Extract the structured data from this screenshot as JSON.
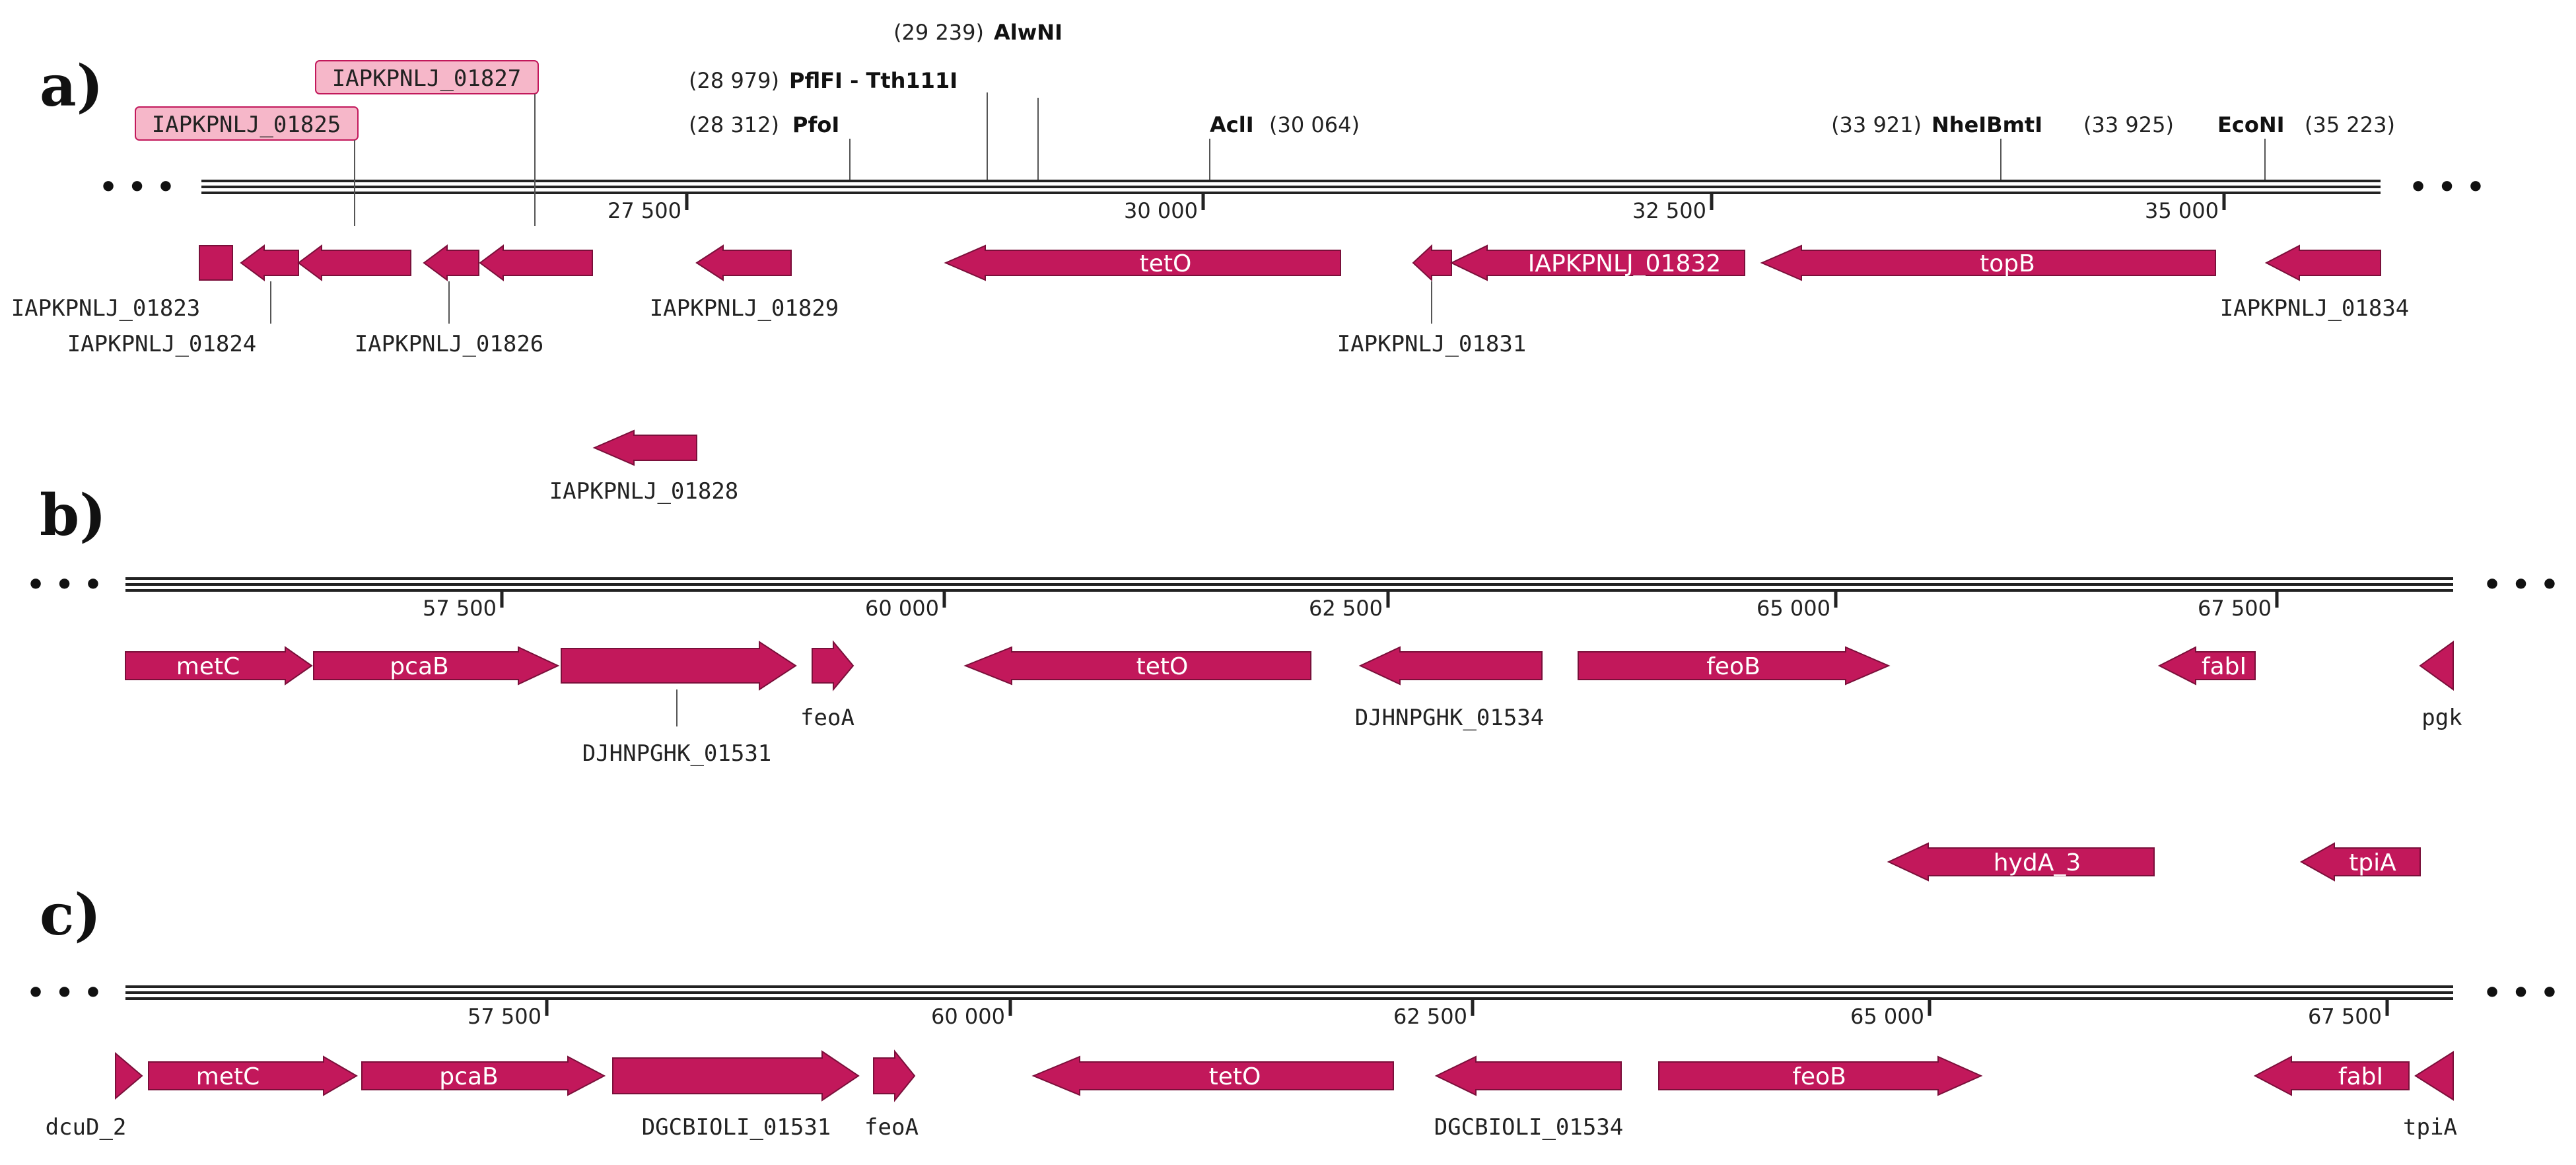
{
  "panels": {
    "a": {
      "label": "a)",
      "genes_above": [],
      "gene_labels": {
        "g1823": "IAPKPNLJ_01823",
        "g1824": "IAPKPNLJ_01824",
        "g1825": "IAPKPNLJ_01825",
        "g1826": "IAPKPNLJ_01826",
        "g1827": "IAPKPNLJ_01827",
        "g1828": "IAPKPNLJ_01828",
        "g1829": "IAPKPNLJ_01829",
        "g1831": "IAPKPNLJ_01831",
        "g1832": "IAPKPNLJ_01832",
        "g1834": "IAPKPNLJ_01834",
        "tetO": "tetO",
        "topB": "topB"
      },
      "ticks": {
        "t27500": "27 500",
        "t30000": "30 000",
        "t32500": "32 500",
        "t35000": "35 000"
      },
      "sites": {
        "alwni_pos": "(29 239)",
        "alwni_name": "AlwNI",
        "pflfi_pos": "(28 979)",
        "pflfi_name": "PflFI - Tth111I",
        "pfoi_pos": "(28 312)",
        "pfoi_name": "PfoI",
        "acli_name": "AclI",
        "acli_pos": "(30 064)",
        "nhe_pos1": "(33 921)",
        "nhe_name": "NheIBmtI",
        "nhe_pos2": "(33 925)",
        "econi_name": "EcoNI",
        "econi_pos": "(35 223)"
      }
    },
    "b": {
      "label": "b)",
      "gene_labels": {
        "metC": "metC",
        "pcaB": "pcaB",
        "g1531": "DJHNPGHK_01531",
        "feoA": "feoA",
        "tetO": "tetO",
        "g1534": "DJHNPGHK_01534",
        "feoB": "feoB",
        "fabI": "fabI",
        "pgk": "pgk",
        "hydA": "hydA_3",
        "tpiA": "tpiA"
      },
      "ticks": {
        "t57500": "57 500",
        "t60000": "60 000",
        "t62500": "62 500",
        "t65000": "65 000",
        "t67500": "67 500"
      }
    },
    "c": {
      "label": "c)",
      "gene_labels": {
        "dcuD": "dcuD_2",
        "metC": "metC",
        "pcaB": "pcaB",
        "g1531": "DGCBIOLI_01531",
        "feoA": "feoA",
        "tetO": "tetO",
        "g1534": "DGCBIOLI_01534",
        "feoB": "feoB",
        "fabI": "fabI",
        "tpiA": "tpiA"
      },
      "ticks": {
        "t57500": "57 500",
        "t60000": "60 000",
        "t62500": "62 500",
        "t65000": "65 000",
        "t67500": "67 500"
      }
    }
  },
  "ellipsis": "• • •",
  "colors": {
    "gene_fill": "#c2185b",
    "gene_stroke": "#7a0f3a",
    "highlight_fill": "#f6b7c9",
    "highlight_stroke": "#c2185b",
    "backbone": "#222222"
  }
}
